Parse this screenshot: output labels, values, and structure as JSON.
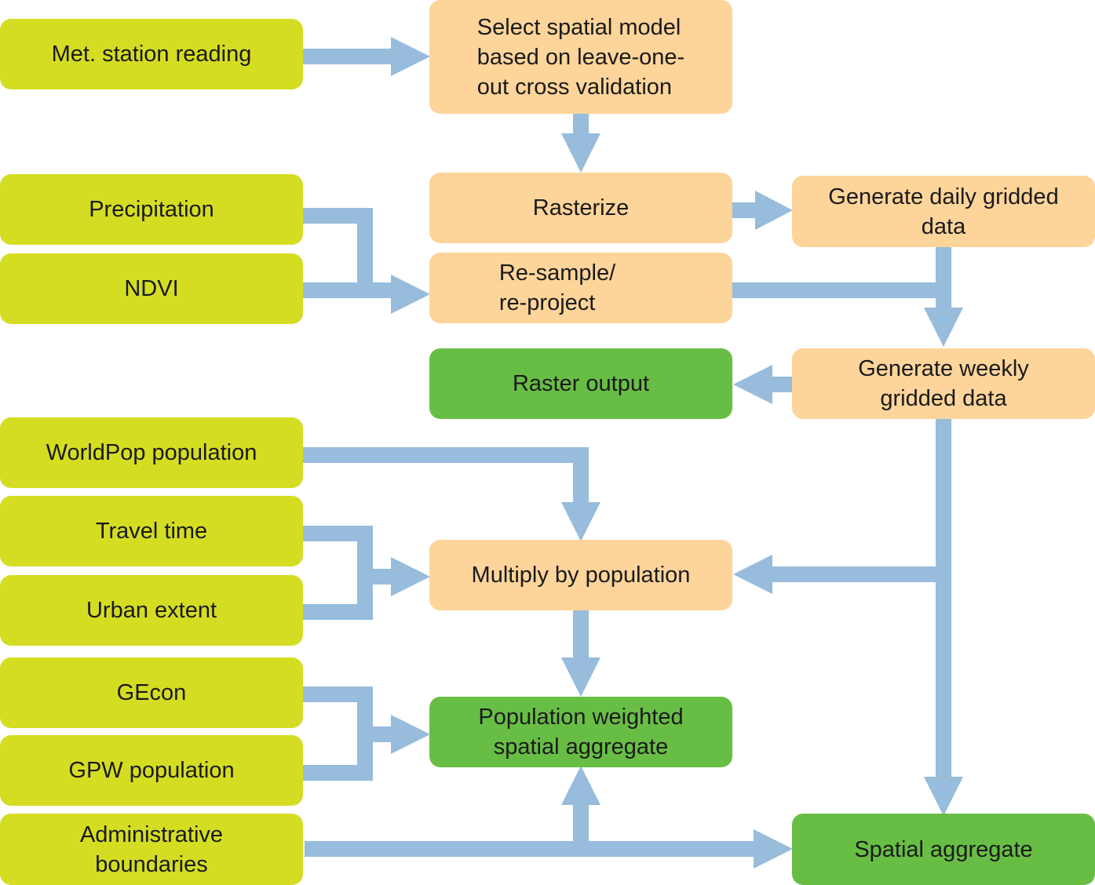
{
  "colors": {
    "input": "#d5dd22",
    "process": "#fdd49a",
    "output": "#68be45",
    "arrow": "#97bcdc"
  },
  "inputs": {
    "met_station": "Met. station reading",
    "precipitation": "Precipitation",
    "ndvi": "NDVI",
    "worldpop": "WorldPop population",
    "travel_time": "Travel time",
    "urban_extent": "Urban extent",
    "gecon": "GEcon",
    "gpw_population": "GPW population",
    "admin_boundaries": "Administrative\nboundaries"
  },
  "processes": {
    "select_model": "Select spatial model\nbased on leave-one-\nout cross validation",
    "rasterize": "Rasterize",
    "daily": "Generate daily gridded\ndata",
    "resample": "Re-sample/\nre-project",
    "weekly": "Generate weekly\ngridded data",
    "multiply": "Multiply by population"
  },
  "outputs": {
    "raster": "Raster output",
    "pop_weighted": "Population weighted\nspatial aggregate",
    "spatial_aggregate": "Spatial aggregate"
  }
}
